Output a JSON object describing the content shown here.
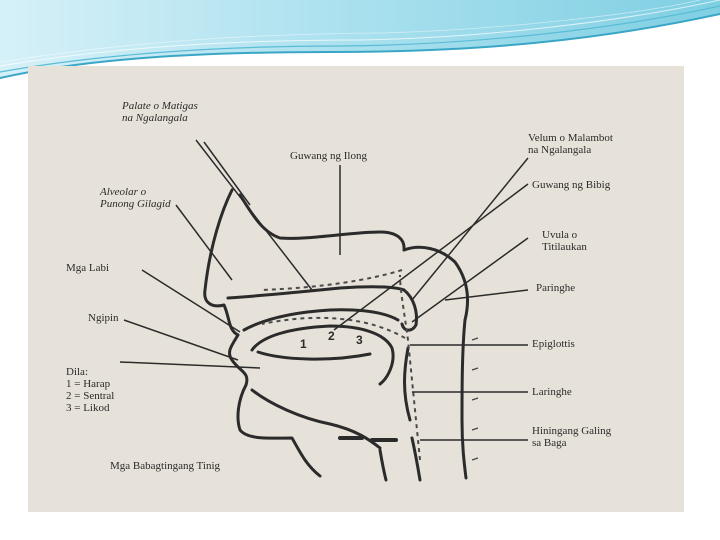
{
  "slide": {
    "theme_colors": {
      "header_light": "#d6f0f8",
      "header_mid": "#7fcfe3",
      "header_dark": "#3aa6c6",
      "photo_bg": "#e7e2d9",
      "ink": "#2b2b2b"
    }
  },
  "diagram": {
    "labels": {
      "palate": "Palate o Matigas\nna Ngalangala",
      "nasal_cavity": "Guwang ng Ilong",
      "velum": "Velum o Malambot\nna Ngalangala",
      "alveolar": "Alveolar o\nPunong Gilagid",
      "oral_cavity": "Guwang ng Bibig",
      "uvula": "Uvula o\nTitilaukan",
      "lips": "Mga Labi",
      "pharynx": "Paringhe",
      "teeth": "Ngipin",
      "epiglottis": "Epiglottis",
      "tongue": "Dila:\n1 = Harap\n2 = Sentral\n3 = Likod",
      "larynx": "Laringhe",
      "air_from_lungs": "Hiningang Galing\nsa Baga",
      "vocal_cords": "Mga Babagtingang Tinig"
    },
    "tongue_numbers": [
      "1",
      "2",
      "3"
    ]
  }
}
